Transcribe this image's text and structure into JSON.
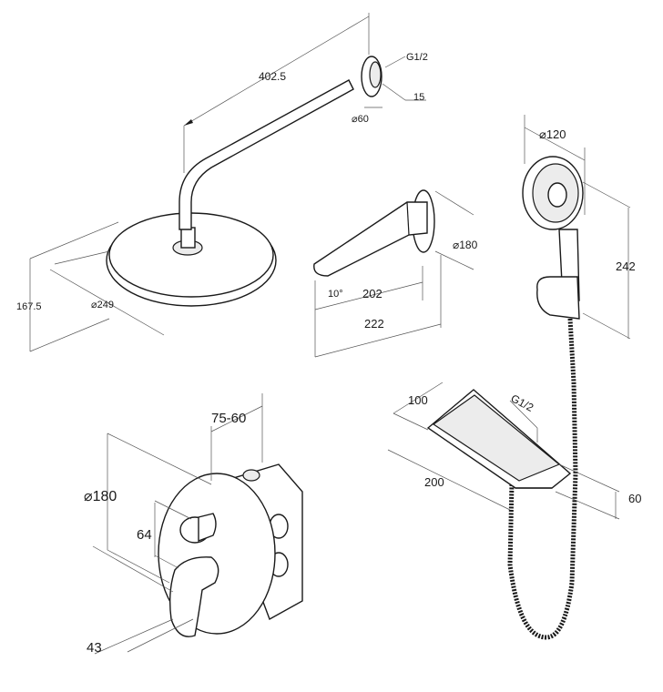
{
  "dimensions": {
    "arm_length": "402.5",
    "thread_top": "G1/2",
    "flange_depth": "15",
    "flange_diameter": "⌀60",
    "head_height": "167.5",
    "head_diameter": "⌀249",
    "spout_flange": "⌀180",
    "spout_angle": "10°",
    "spout_reach": "202",
    "spout_total": "222",
    "hand_diameter": "⌀120",
    "hand_height": "242",
    "shelf_depth": "100",
    "shelf_thread": "G1/2",
    "shelf_width": "200",
    "shelf_height": "60",
    "box_depth": "75-60",
    "mixer_plate": "⌀180",
    "mixer_height": "64",
    "mixer_offset": "43"
  }
}
